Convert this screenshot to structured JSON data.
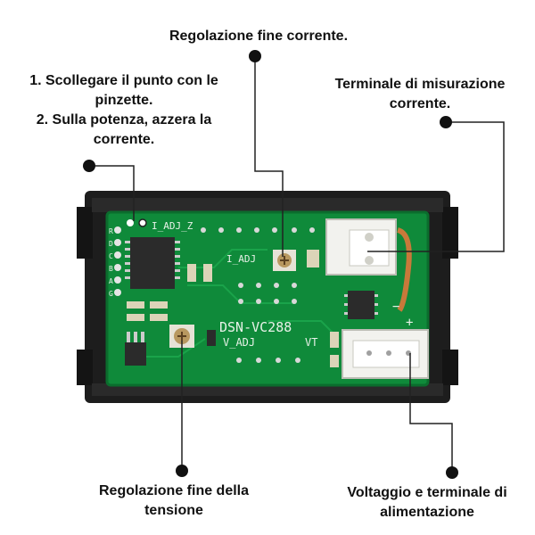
{
  "board": {
    "model": "DSN-VC288",
    "silk_i_adj_z": "I_ADJ_Z",
    "silk_i_adj": "I_ADJ",
    "silk_v_adj": "V_ADJ",
    "silk_vt": "VT",
    "silk_minus": "−",
    "silk_plus": "+",
    "silk_letters": [
      "R",
      "D",
      "C",
      "B",
      "A",
      "G"
    ]
  },
  "callouts": {
    "current_fine": "Regolazione fine corrente.",
    "zero_line1": "1. Scollegare il punto con le",
    "zero_line2": "pinzette.",
    "zero_line3": "2. Sulla potenza, azzera la",
    "zero_line4": "corrente.",
    "current_terminal_line1": "Terminale di misurazione",
    "current_terminal_line2": "corrente.",
    "voltage_fine_line1": "Regolazione fine della",
    "voltage_fine_line2": "tensione",
    "power_terminal_line1": "Voltaggio e terminale di",
    "power_terminal_line2": "alimentazione"
  },
  "colors": {
    "pcb": "#0f8a3a",
    "frame": "#1a1a1a",
    "leader": "#222222"
  }
}
